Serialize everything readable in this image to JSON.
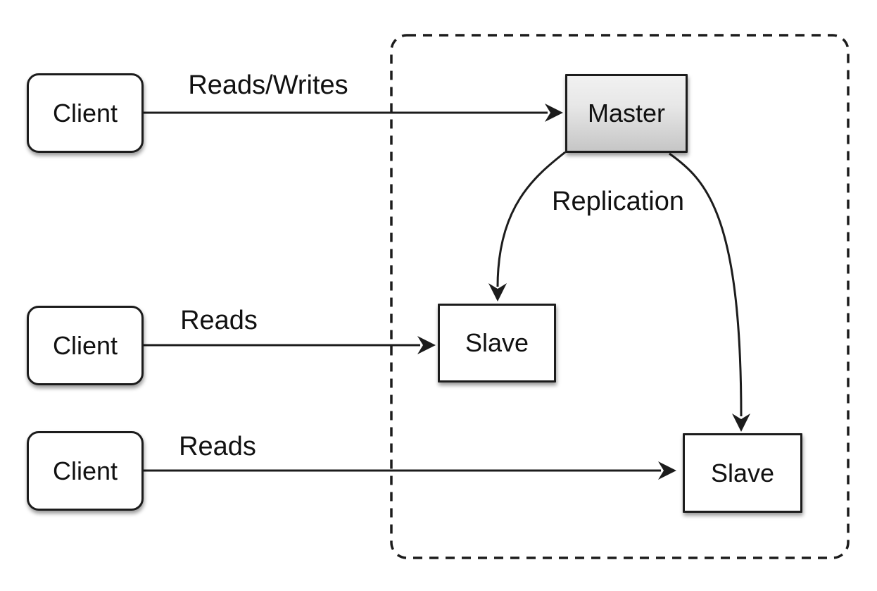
{
  "nodes": {
    "client_1": {
      "label": "Client"
    },
    "client_2": {
      "label": "Client"
    },
    "client_3": {
      "label": "Client"
    },
    "master": {
      "label": "Master"
    },
    "slave_1": {
      "label": "Slave"
    },
    "slave_2": {
      "label": "Slave"
    }
  },
  "edges": {
    "client1_master": {
      "label": "Reads/Writes"
    },
    "client2_slave1": {
      "label": "Reads"
    },
    "client3_slave2": {
      "label": "Reads"
    },
    "replication": {
      "label": "Replication"
    }
  },
  "colors": {
    "background": "#ffffff",
    "stroke": "#1c1c1c",
    "node_fill": "#ffffff",
    "master_gradient_top": "#f1f1f1",
    "master_gradient_bottom": "#c6c6c6",
    "text": "#111111"
  }
}
